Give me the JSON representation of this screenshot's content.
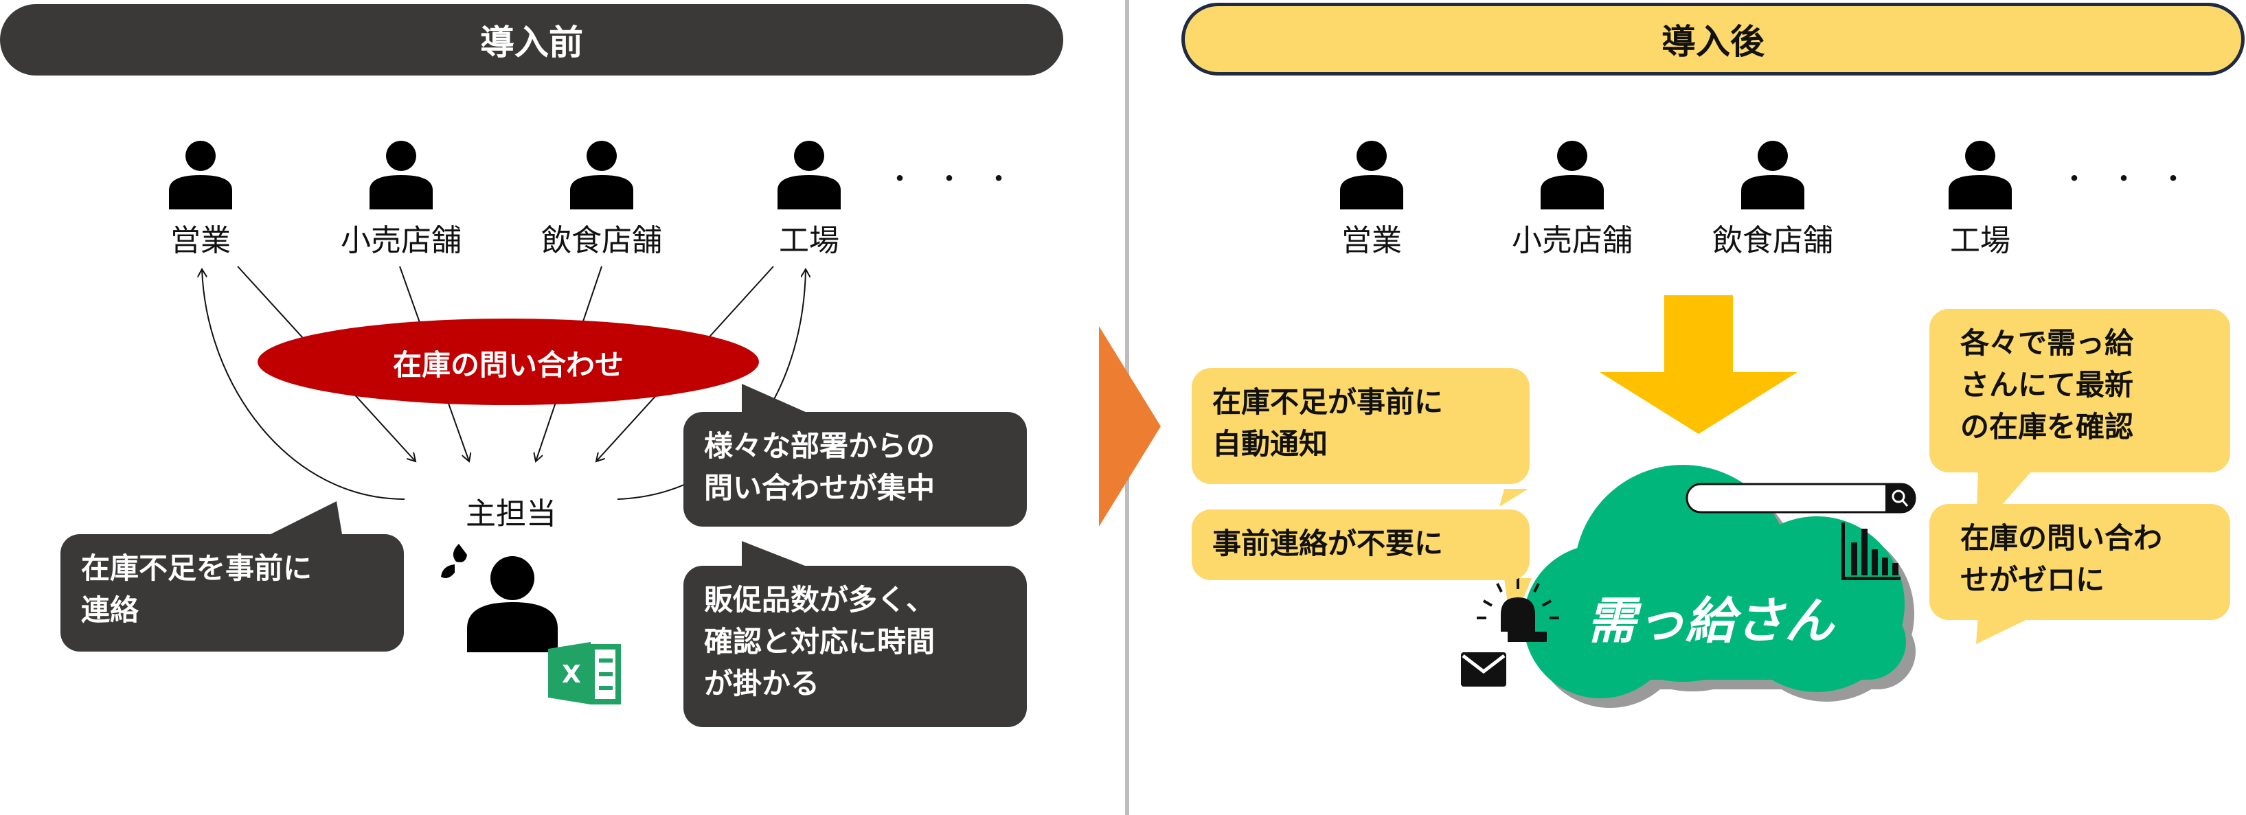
{
  "before": {
    "title": "導入前",
    "departments": [
      "営業",
      "小売店舗",
      "飲食店舗",
      "工場"
    ],
    "ellipsis": "・・・",
    "inquiry_label": "在庫の問い合わせ",
    "person_in_charge": "主担当",
    "bubbles": [
      "在庫不足を事前に\n連絡",
      "様々な部署からの\n問い合わせが集中",
      "販促品数が多く、\n確認と対応に時間\nが掛かる"
    ],
    "excel_letter": "X"
  },
  "after": {
    "title": "導入後",
    "departments": [
      "営業",
      "小売店舗",
      "飲食店舗",
      "工場"
    ],
    "ellipsis": "・・・",
    "logo": "需っ給さん",
    "bubbles": [
      "在庫不足が事前に\n自動通知",
      "事前連絡が不要に",
      "各々で需っ給\nさんにて最新\nの在庫を確認",
      "在庫の問い合わ\nせがゼロに"
    ]
  },
  "colors": {
    "dark": "#3a3938",
    "yellow": "#fdd96b",
    "red": "#c00000",
    "green": "#00b67a",
    "orange": "#ed7d31",
    "arrow": "#ffc000",
    "excel": "#21a366"
  }
}
